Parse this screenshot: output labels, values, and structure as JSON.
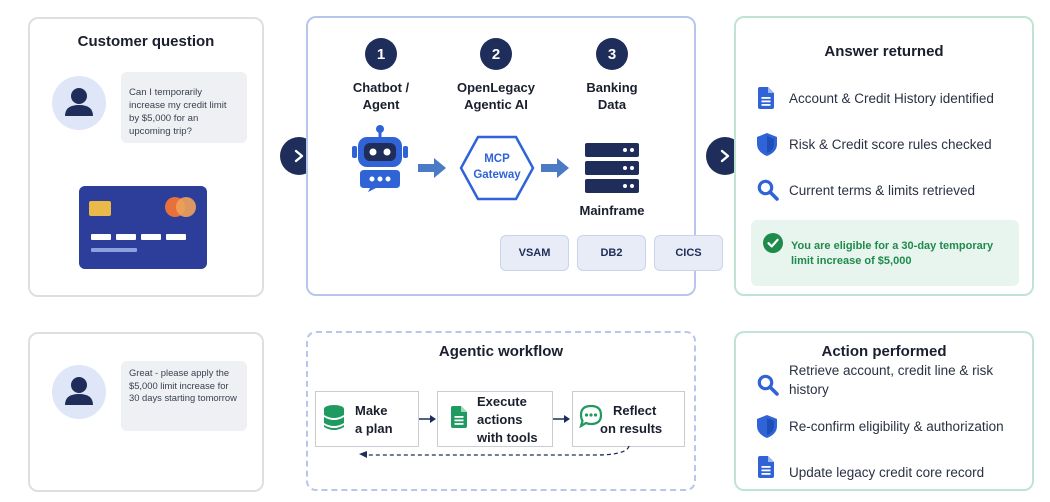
{
  "customer_question": {
    "title": "Customer question",
    "message": "Can I temporarily increase my credit limit by $5,000 for an upcoming trip?"
  },
  "followup": {
    "message": "Great - please apply the $5,000 limit increase for 30 days starting tomorrow"
  },
  "pipeline": {
    "steps": [
      {
        "number": "1",
        "label_line1": "Chatbot /",
        "label_line2": "Agent"
      },
      {
        "number": "2",
        "label_line1": "OpenLegacy",
        "label_line2": "Agentic AI"
      },
      {
        "number": "3",
        "label_line1": "Banking",
        "label_line2": "Data"
      }
    ],
    "gateway_line1": "MCP",
    "gateway_line2": "Gateway",
    "mainframe": "Mainframe",
    "tags": [
      "VSAM",
      "DB2",
      "CICS"
    ]
  },
  "answer": {
    "title": "Answer returned",
    "items": [
      {
        "icon": "document-icon",
        "text": "Account & Credit History identified"
      },
      {
        "icon": "shield-icon",
        "text": "Risk & Credit score rules checked"
      },
      {
        "icon": "search-icon",
        "text": "Current terms & limits retrieved"
      }
    ],
    "eligible_line1": "You are eligible for a 30-day temporary",
    "eligible_line2": "limit increase of $5,000"
  },
  "workflow": {
    "title": "Agentic workflow",
    "steps": [
      {
        "line1": "Make",
        "line2": "a plan"
      },
      {
        "line1": "Execute",
        "line2": "actions",
        "line3": "with tools"
      },
      {
        "line1": "Reflect",
        "line2": "on results"
      }
    ]
  },
  "action": {
    "title": "Action performed",
    "items": [
      {
        "icon": "search-icon",
        "line1": "Retrieve account, credit line & risk",
        "line2": "history"
      },
      {
        "icon": "shield-icon",
        "line1": "Re-confirm eligibility & authorization"
      },
      {
        "icon": "document-icon",
        "line1": "Update legacy credit core record"
      }
    ]
  },
  "colors": {
    "navy": "#1e2d5a",
    "accent_blue": "#2f63d6",
    "green": "#1f8a4c"
  }
}
